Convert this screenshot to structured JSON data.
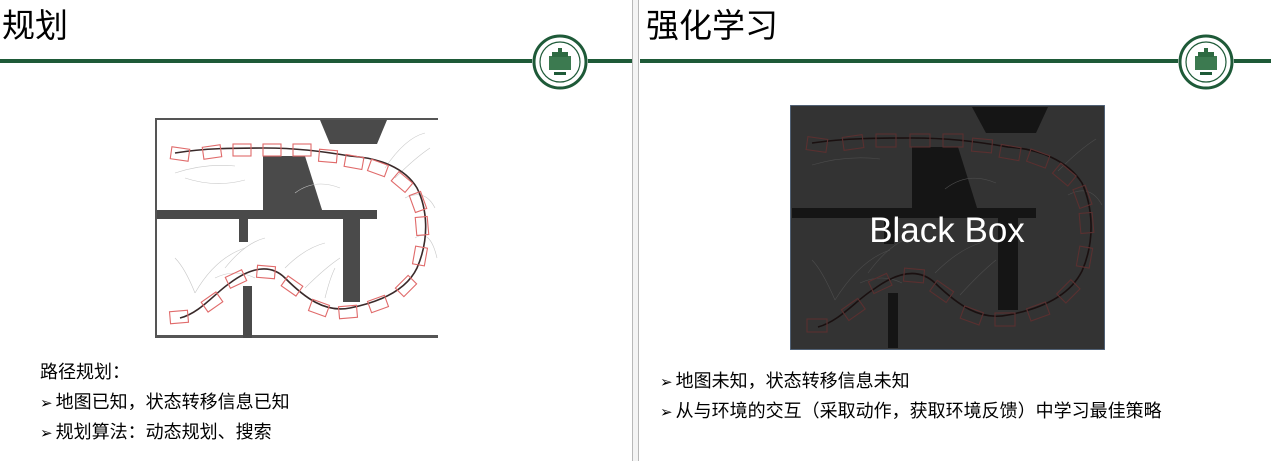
{
  "left_slide": {
    "title": "规划",
    "heading": "路径规划：",
    "bullets": [
      "地图已知，状态转移信息已知",
      "规划算法：动态规划、搜索"
    ]
  },
  "right_slide": {
    "title": "强化学习",
    "overlay_text": "Black Box",
    "bullets": [
      "地图未知，状态转移信息未知",
      "从与环境的交互（采取动作，获取环境反馈）中学习最佳策略"
    ]
  },
  "colors": {
    "accent": "#1e5a38",
    "path_red": "#e06a6a",
    "obstacle": "#4a4a4a",
    "black_box": "#333333"
  },
  "icons": {
    "bullet": "arrowhead-icon",
    "logo": "university-seal-icon"
  },
  "bullet_marker": "➢"
}
